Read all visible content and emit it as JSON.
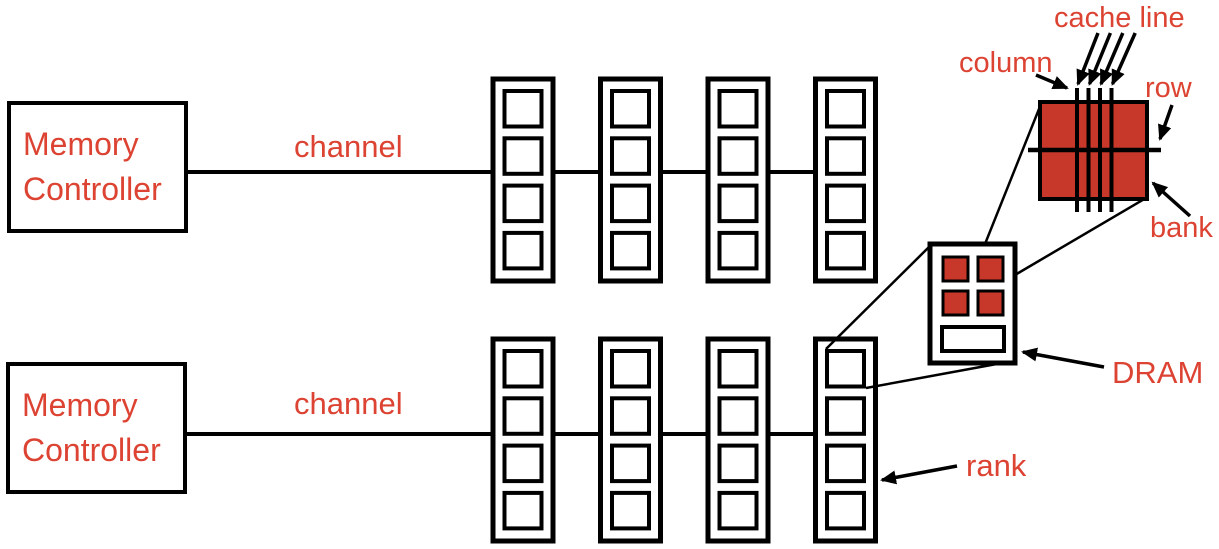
{
  "diagram": {
    "controllers": [
      {
        "label": "Memory\nController"
      },
      {
        "label": "Memory\nController"
      }
    ],
    "channel_labels": [
      {
        "label": "channel"
      },
      {
        "label": "channel"
      }
    ],
    "annotations": {
      "cache_line": "cache line",
      "column": "column",
      "row": "row",
      "bank": "bank",
      "dram": "DRAM",
      "rank": "rank"
    },
    "counts": {
      "channels": 2,
      "dimms_per_channel": 4,
      "chips_per_dimm": 4,
      "banks_in_dram": 4,
      "cache_lines_shown": 4
    },
    "colors": {
      "red_fill": "#C7382A",
      "red_text": "#DC4332",
      "line_black": "#000000",
      "background": "#FFFFFF"
    }
  }
}
